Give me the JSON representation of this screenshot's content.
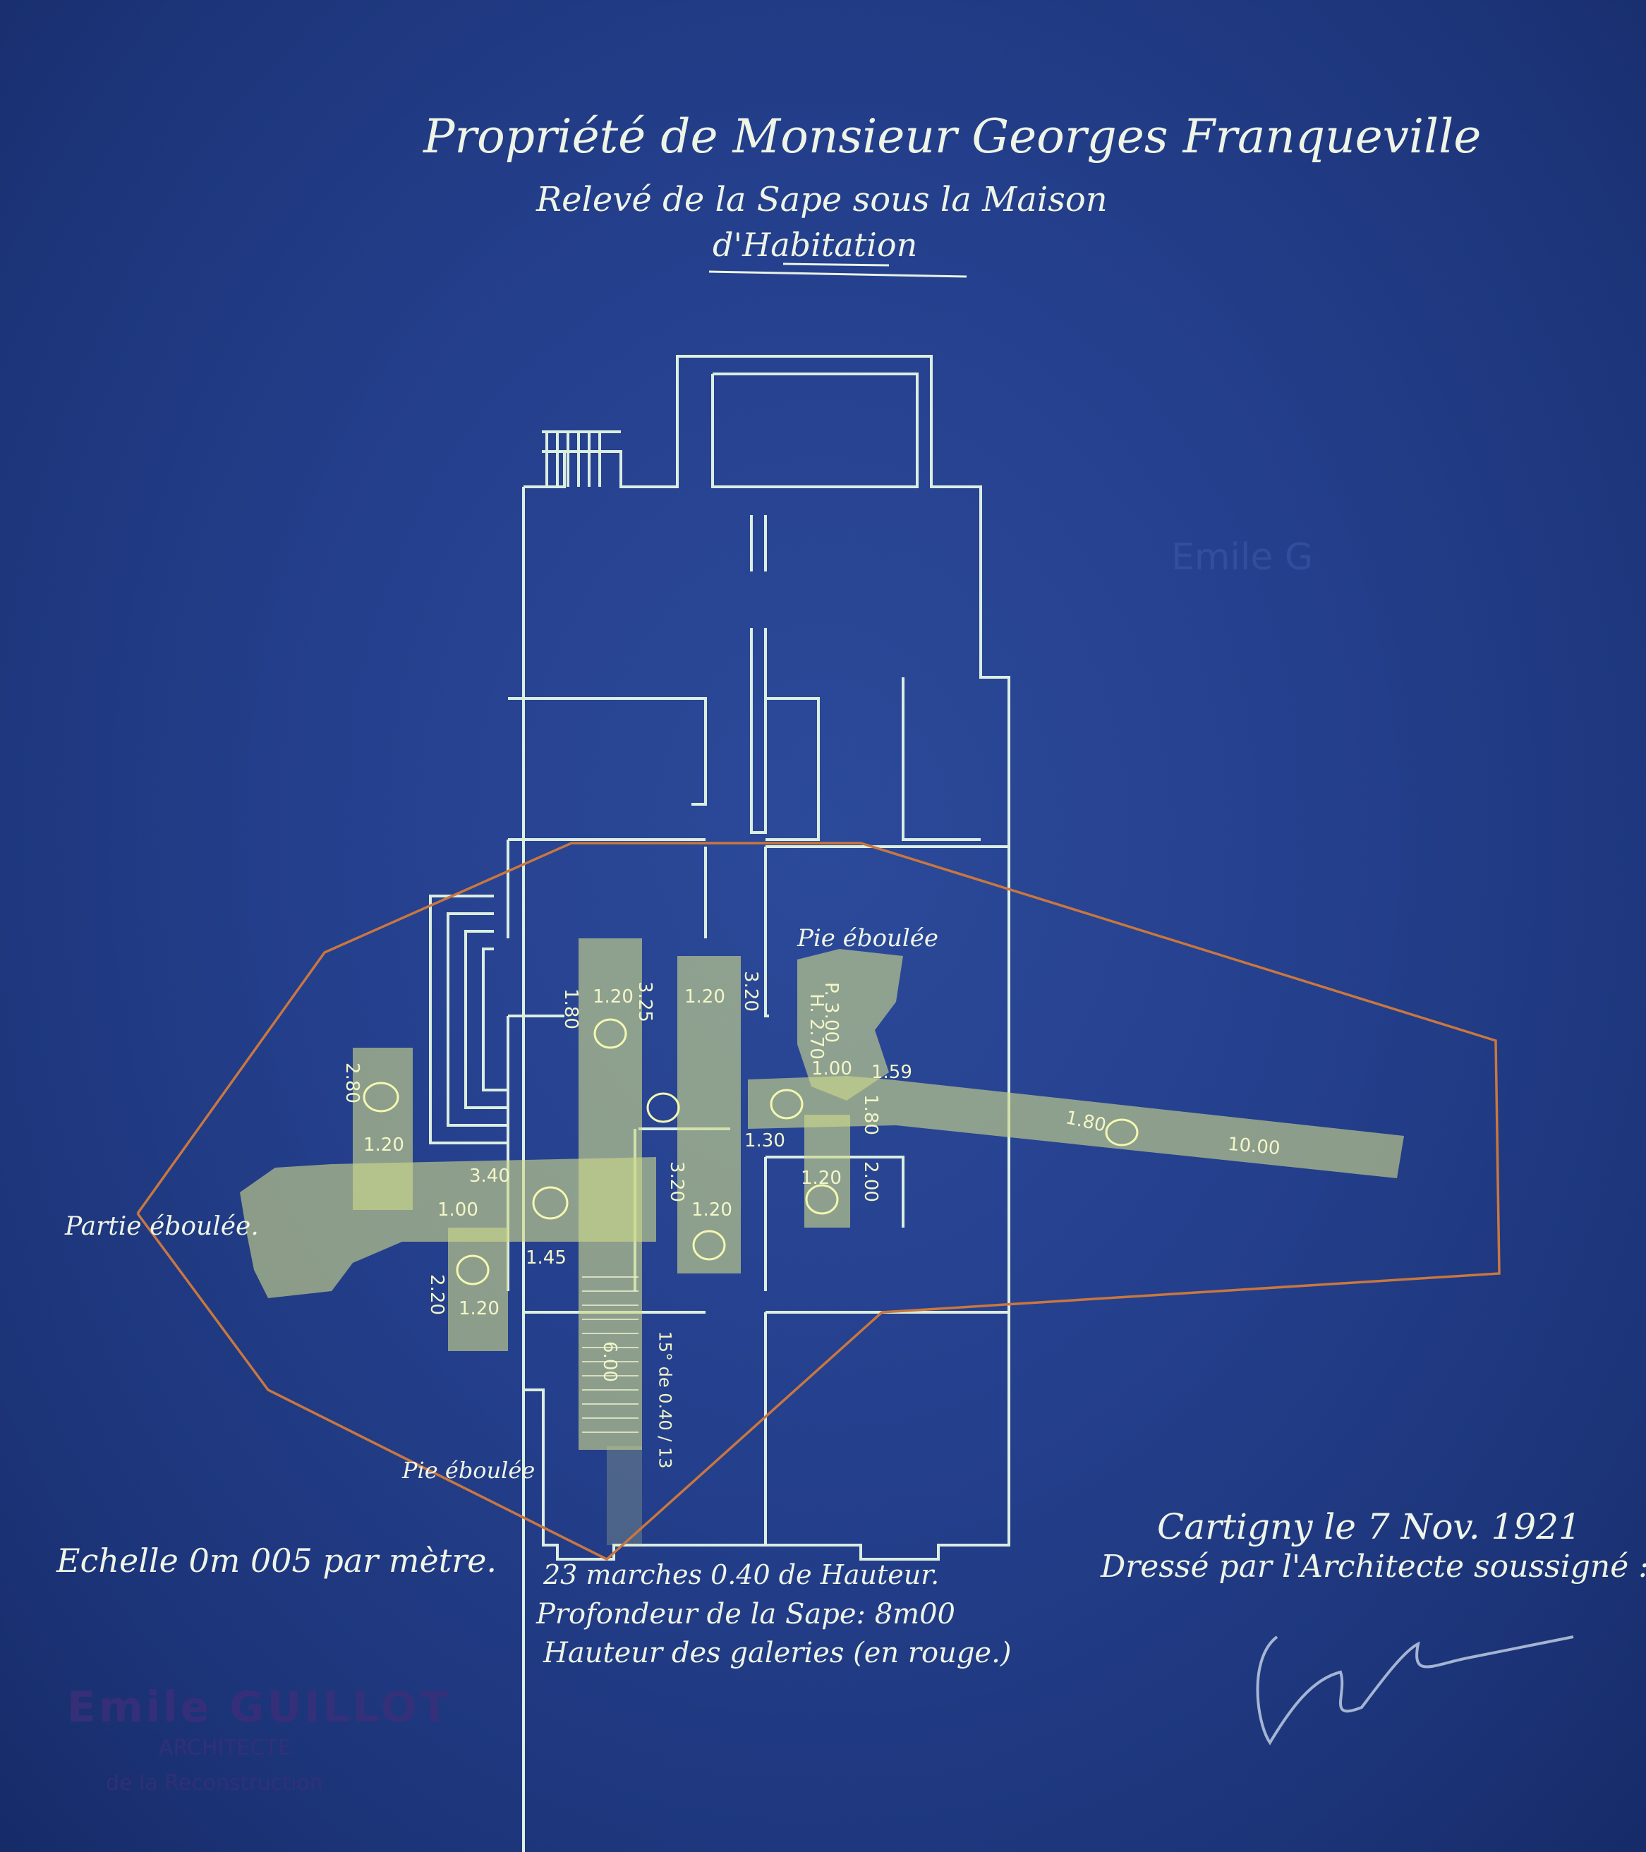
{
  "title": {
    "line1": "Propriété de Monsieur Georges Franqueville",
    "line2": "Relevé de la Sape sous la Maison",
    "line3": "d'Habitation"
  },
  "labels": {
    "partie_eboulee": "Partie éboulée.",
    "pie_eboulee_top": "Pie éboulée",
    "pie_eboulee_bottom": "Pie éboulée",
    "steps_vertical": "15° de 0.40 / 13"
  },
  "dimensions": {
    "d_2_80": "2.80",
    "d_1_20_left": "1.20",
    "d_3_40": "3.40",
    "d_1_00": "1.00",
    "d_2_20": "2.20",
    "d_1_20_low": "1.20",
    "d_1_80": "1.80",
    "d_1_20_a": "1.20",
    "d_3_25": "3.25",
    "d_1_20_b": "1.20",
    "d_3_20": "3.20",
    "d_3_20_b": "3.20",
    "d_1_20_c": "1.20",
    "d_1_45": "1.45",
    "d_1_30": "1.30",
    "d_1_20_d": "1.20",
    "d_2_00": "2.00",
    "d_p_3_00": "P. 3.00",
    "d_h_2_70": "H. 2.70",
    "d_1_59": "1.59",
    "d_1_00_b": "1.00",
    "d_1_80_b": "1.80",
    "d_10_00": "10.00",
    "d_6_00": "6.00"
  },
  "notes": {
    "scale": "Echelle 0m 005 par mètre.",
    "steps": "23 marches 0.40 de Hauteur.",
    "depth": "Profondeur de la Sape: 8m00",
    "height": "Hauteur des galeries (en rouge.)",
    "place_date": "Cartigny le 7 Nov. 1921",
    "author": "Dressé par l'Architecte soussigné :"
  },
  "stamp": {
    "name": "Emile GUILLOT",
    "line1": "ARCHITECTE",
    "line2": "de la Reconstruction"
  },
  "faint_stamp": "Emile G",
  "colors": {
    "paper": "#243f8c",
    "lines": "#dbeee0",
    "gallery": "#cdd98a",
    "boundary": "#c9773f",
    "stamp": "#3a2f7a"
  }
}
